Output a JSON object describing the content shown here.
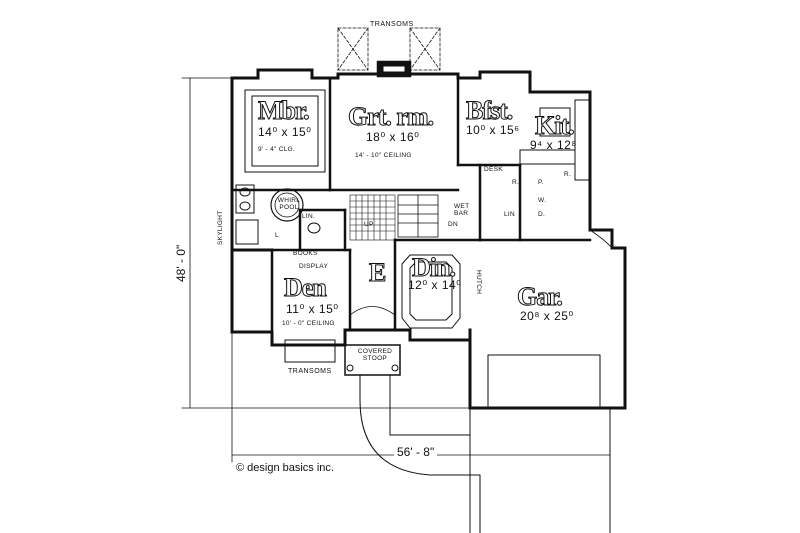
{
  "rooms": {
    "master": {
      "name": "Mbr.",
      "size": "14⁰ x 15⁰",
      "note": "9' - 4\" CLG."
    },
    "great_room": {
      "name": "Grt. rm.",
      "size": "18⁰ x 16⁰",
      "note": "14' - 10\" CEILING"
    },
    "breakfast": {
      "name": "Bfst.",
      "size": "10⁰ x 15⁶"
    },
    "kitchen": {
      "name": "Kit.",
      "size": "9⁴ x 12⁸"
    },
    "den": {
      "name": "Den",
      "size": "11⁰ x 15⁰",
      "note": "10' - 0\" CEILING"
    },
    "dining": {
      "name": "Din.",
      "size": "12⁰ x 14⁰"
    },
    "entry": {
      "name": "E"
    },
    "garage": {
      "name": "Gar.",
      "size": "20⁸ x 25⁰"
    }
  },
  "labels": {
    "transoms_top": "TRANSOMS",
    "transoms_bottom": "TRANSOMS",
    "whirlpool": "WHIRL POOL",
    "lin_bath": "LIN.",
    "lin_laundry": "LIN",
    "skylight": "SKYLIGHT",
    "books": "BOOKS",
    "display": "DISPLAY",
    "up": "UP",
    "dn": "DN",
    "wet_bar": "WET BAR",
    "desk": "DESK",
    "hutch": "HUTCH",
    "covered_stoop": "COVERED STOOP",
    "r_top": "R.",
    "p_top": "P.",
    "r_mid": "R.",
    "w": "W.",
    "d": "D.",
    "l": "L"
  },
  "dimensions": {
    "depth": "48' - 0\"",
    "width": "56' - 8\""
  },
  "credit": "© design basics inc."
}
